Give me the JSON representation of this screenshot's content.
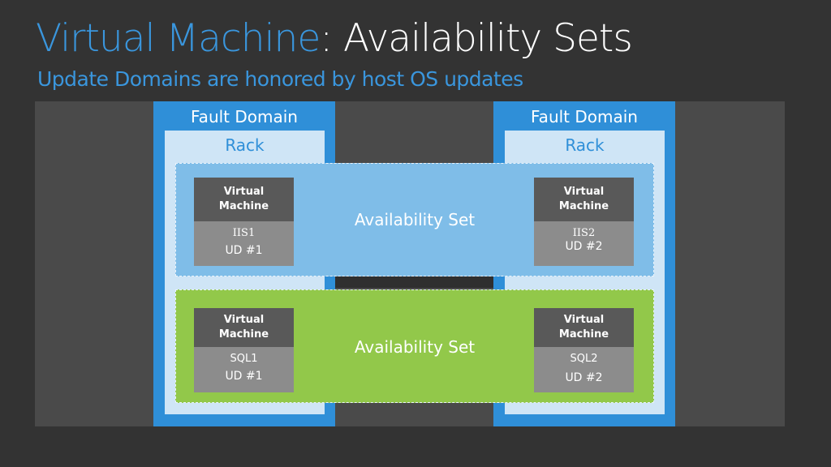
{
  "header": {
    "title_accent": "Virtual Machine",
    "title_rest": ": Availability Sets",
    "subtitle": "Update Domains are honored by host OS updates"
  },
  "fault_domains": [
    {
      "label": "Fault Domain",
      "rack_label": "Rack"
    },
    {
      "label": "Fault Domain",
      "rack_label": "Rack"
    }
  ],
  "availability_sets": [
    {
      "label": "Availability Set",
      "vms": [
        {
          "line1": "Virtual",
          "line2": "Machine",
          "name": "IIS1",
          "ud": "UD #1"
        },
        {
          "line1": "Virtual",
          "line2": "Machine",
          "name": "IIS2",
          "ud": "UD #2"
        }
      ]
    },
    {
      "label": "Availability Set",
      "vms": [
        {
          "line1": "Virtual",
          "line2": "Machine",
          "name": "SQL1",
          "ud": "UD #1"
        },
        {
          "line1": "Virtual",
          "line2": "Machine",
          "name": "SQL2",
          "ud": "UD #2"
        }
      ]
    }
  ],
  "colors": {
    "background": "#333333",
    "accent_blue": "#3a96dd",
    "fault_domain": "#2f8fd8",
    "rack": "#cfe5f6",
    "availability_set_blue": "#7fbde8",
    "availability_set_green": "#92c84a",
    "vm_header": "#595959",
    "vm_body": "#8c8c8c"
  }
}
